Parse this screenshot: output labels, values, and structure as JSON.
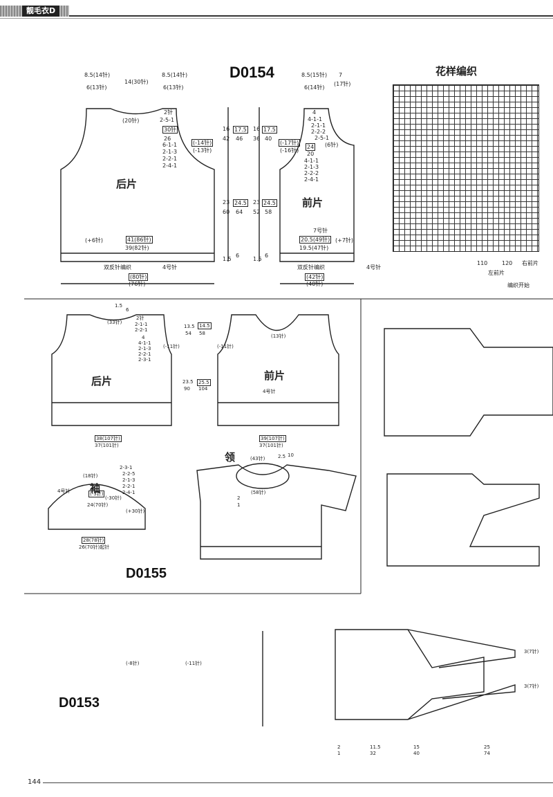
{
  "header": {
    "title": "靓毛衣D"
  },
  "page_number": "144",
  "patterns": {
    "d0154": {
      "code": "D0154",
      "pattern_title": "花样编织",
      "back_label": "后片",
      "front_label": "前片",
      "back_top": [
        "8.5(14针)",
        "6(13针)",
        "14(30针)",
        "8.5(14针)",
        "6(13针)"
      ],
      "back_neck": "(20针)",
      "back_shaping": [
        "2针",
        "2-5-1",
        "30针",
        "26",
        "6-1-1",
        "2-1-3",
        "2-2-1",
        "2-4-1"
      ],
      "back_side": [
        "(-14针)",
        "(-13针)"
      ],
      "back_bottom": [
        "(+6针)",
        "41(86针)",
        "39(82针)",
        "双反针编织",
        "4号针",
        "(80针)",
        "(76针)"
      ],
      "front_top": [
        "8.5(15针)",
        "6(14针)",
        "7",
        "(17针)"
      ],
      "front_shaping": [
        "4",
        "4-1-1",
        "2-1-1",
        "2-2-2",
        "2-5-1",
        "24",
        "20",
        "4-1-1",
        "2-1-3",
        "2-2-2",
        "2-4-1"
      ],
      "front_side": [
        "(-17针)",
        "(-16针)",
        "(6针)"
      ],
      "front_bottom": [
        "7号针",
        "20.5(49针)",
        "19.5(47针)",
        "(+7针)",
        "双反针编织",
        "4号针",
        "(42针)",
        "(40针)"
      ],
      "mid_measures": [
        "16",
        "42",
        "17.5",
        "46",
        "16",
        "36",
        "17.5",
        "40",
        "23",
        "60",
        "24.5",
        "64",
        "23",
        "52",
        "24.5",
        "58",
        "1.5",
        "6",
        "1.5",
        "6"
      ],
      "pattern_legend": [
        "110",
        "120",
        "右前片",
        "左前片",
        "编织开始"
      ]
    },
    "d0155": {
      "code": "D0155",
      "back_label": "后片",
      "front_label": "前片",
      "sleeve_label": "袖",
      "collar_label": "领",
      "back_text": [
        "1.5",
        "6",
        "(33针)",
        "2针",
        "2-1-1",
        "2-2-1",
        "4",
        "4-1-1",
        "2-1-3",
        "2-2-1",
        "2-3-1",
        "(-11针)",
        "38(107针)",
        "37(101针)"
      ],
      "front_text": [
        "13.5",
        "54",
        "14.5",
        "58",
        "(13针)",
        "(-11针)",
        "4号针",
        "23.5",
        "90",
        "25.5",
        "104",
        "39(107针)",
        "37(101针)"
      ],
      "sleeve_text": [
        "(18针)",
        "4号针",
        "(-3针)",
        "(-30针)",
        "24(70针)",
        "(+30针)",
        "28(78针)",
        "26(70针)起针",
        "2-3-1",
        "2-2-5",
        "2-1-3",
        "2-2-1",
        "2-4-1"
      ],
      "collar_text": [
        "(43针)",
        "(58针)",
        "2.5",
        "10",
        "2",
        "1"
      ]
    },
    "d0153": {
      "code": "D0153",
      "text": [
        "(-8针)",
        "(-11针)",
        "3(7针)",
        "3(7针)",
        "2",
        "1",
        "11.5",
        "32",
        "15",
        "40",
        "25",
        "74"
      ]
    }
  }
}
